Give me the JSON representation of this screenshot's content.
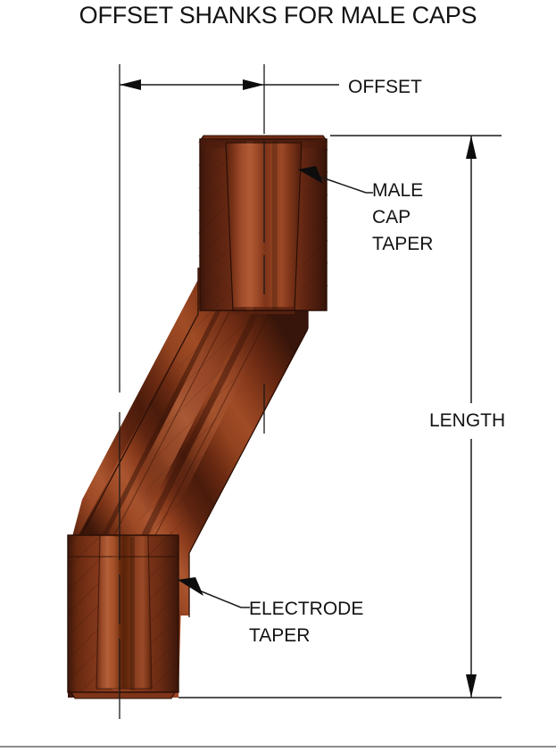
{
  "document": {
    "title": "OFFSET SHANKS FOR MALE CAPS"
  },
  "dimensions": {
    "offset": {
      "label": "OFFSET"
    },
    "length": {
      "label": "LENGTH"
    }
  },
  "annotations": {
    "male_cap_taper": {
      "line1": "MALE",
      "line2": "CAP",
      "line3": "TAPER"
    },
    "electrode_taper": {
      "line1": "ELECTRODE",
      "line2": "TAPER"
    }
  },
  "icons": {
    "arrow_left": "arrow-left-icon",
    "arrow_up": "arrow-up-icon",
    "arrow_down": "arrow-down-icon",
    "leader_arrow": "leader-arrow-icon"
  },
  "colors": {
    "copper_light": "#b85a33",
    "copper_mid": "#8c3d20",
    "copper_dark": "#5a2310",
    "copper_deepest": "#3d160a",
    "outline": "#2b0f06",
    "line": "#1a1a1a",
    "text": "#131313",
    "footer_rule": "#8c8c8c",
    "background": "#ffffff"
  },
  "part": {
    "name": "offset-shank",
    "description": "Sectioned copper offset shank with male cap taper at top and electrode taper at bottom"
  }
}
